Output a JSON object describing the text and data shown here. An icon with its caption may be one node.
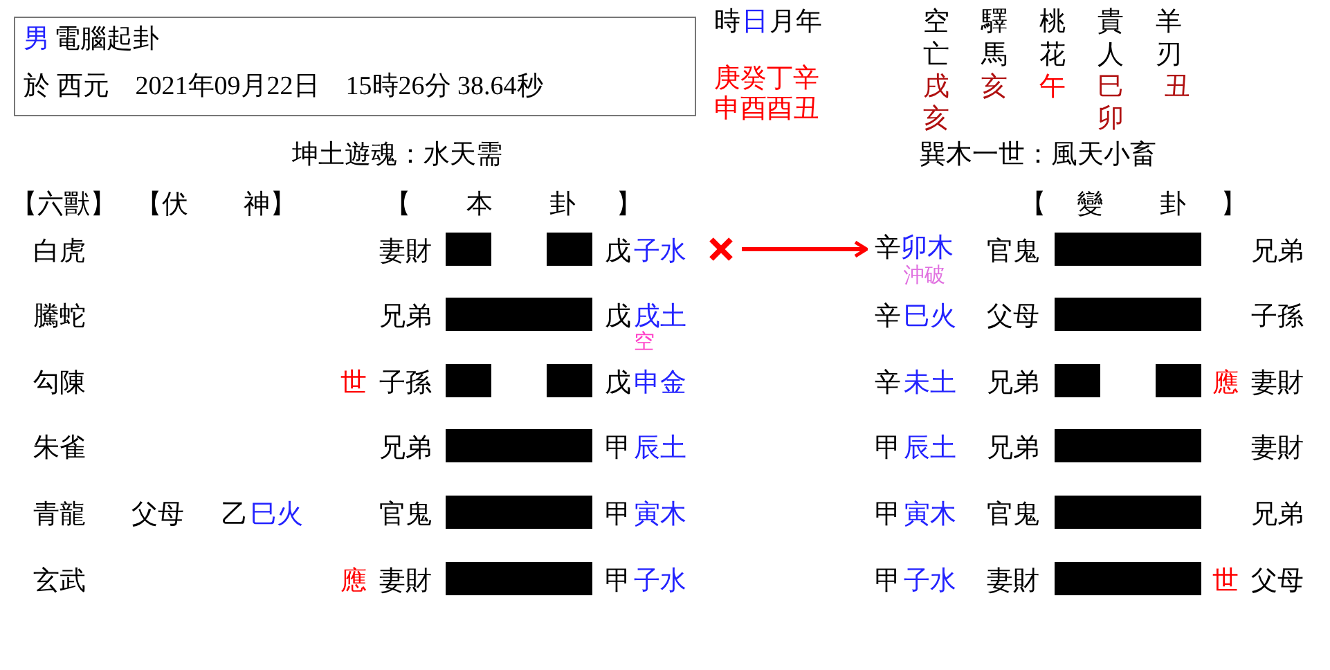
{
  "diagram": {
    "nodes": [
      {
        "text": [
          "男",
          "電腦起卦",
          "於 西元　2021年09月22日　15時26分 38.64秒"
        ]
      },
      {
        "text": [],
        "shape": "cross"
      },
      {
        "text": [
          "辛",
          "卯木"
        ],
        "beside": [
          "沖破"
        ]
      }
    ],
    "edges": [
      {
        "from": 1,
        "to": 2,
        "arrow": "to"
      }
    ],
    "labels": [
      "時",
      "日",
      "月年",
      "空",
      "驛",
      "桃",
      "貴",
      "羊",
      "亡",
      "馬",
      "花",
      "人",
      "刃",
      "庚癸丁辛",
      "戌",
      "亥",
      "午",
      "巳",
      "丑",
      "申酉酉丑",
      "亥",
      "卯",
      "坤土遊魂：水天需",
      "巽木一世：風天小畜",
      "【六獸】",
      "【伏",
      "神】",
      "【",
      "本",
      "卦",
      "】",
      "【",
      "變",
      "卦",
      "】",
      "白虎",
      "妻財",
      "戊",
      "子水",
      "官鬼",
      "兄弟",
      "騰蛇",
      "兄弟",
      "戊",
      "戌土",
      "空",
      "辛",
      "巳火",
      "父母",
      "子孫",
      "勾陳",
      "世",
      "子孫",
      "戊",
      "申金",
      "辛",
      "未土",
      "兄弟",
      "應",
      "妻財",
      "朱雀",
      "兄弟",
      "甲",
      "辰土",
      "甲",
      "辰土",
      "兄弟",
      "妻財",
      "青龍",
      "父母",
      "乙",
      "巳火",
      "官鬼",
      "甲",
      "寅木",
      "甲",
      "寅木",
      "官鬼",
      "兄弟",
      "玄武",
      "應",
      "妻財",
      "甲",
      "子水",
      "甲",
      "子水",
      "妻財",
      "世",
      "父母"
    ]
  }
}
